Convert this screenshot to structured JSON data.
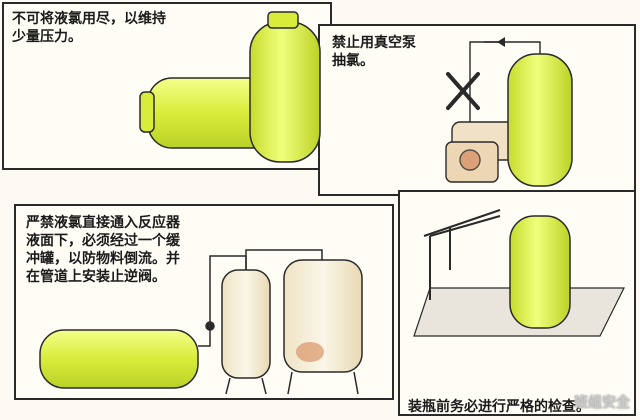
{
  "panels": [
    {
      "id": "top-left",
      "text": "不可将液氯用尽，以维持\n少量压力。"
    },
    {
      "id": "top-right",
      "text": "禁止用真空泵\n抽氯。"
    },
    {
      "id": "bottom-left",
      "text": "严禁液氯直接通入反应器\n液面下，必须经过一个缓\n冲罐，以防物料倒流。并\n在管道上安装止逆阀。"
    },
    {
      "id": "bottom-right",
      "text": "装瓶前务必进行严格的检查。"
    }
  ],
  "watermark": "班组安全",
  "colors": {
    "cylinder": "#d9ec3a",
    "cylinder_light": "#f3ff8a",
    "outline": "#2a2a2a",
    "tank": "#f4ecd6",
    "rust": "#d9956a"
  }
}
